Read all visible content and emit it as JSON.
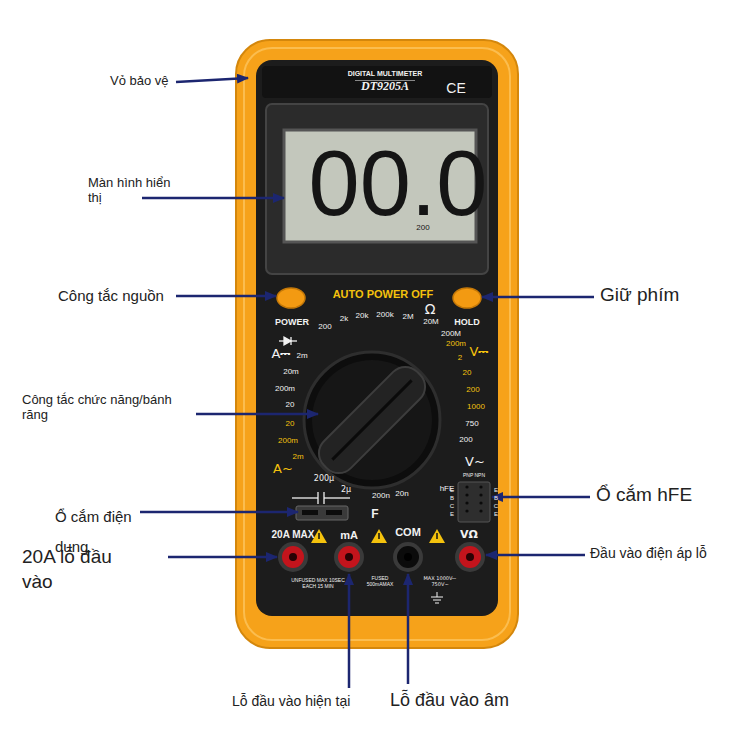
{
  "diagram": {
    "labels": [
      "Vỏ bảo vệ",
      "Màn hình hiển thị",
      "Công tắc nguồn",
      "Giữ phím",
      "Công tắc chức năng/bánh răng",
      "Ổ cắm điện dung",
      "Ổ cắm hFE",
      "20A lỗ đầu vào",
      "Đầu vào điện áp lỗ",
      "Lỗ đầu vào hiện tại",
      "Lỗ đầu vào âm",
      "DIGITAL MULTIMETER",
      "DT9205A",
      "CE",
      "00.0",
      "200",
      "AUTO POWER OFF",
      "POWER",
      "HOLD",
      "Ω",
      "200",
      "2k",
      "20k",
      "200k",
      "2M",
      "20M",
      "200M",
      "A⎓",
      "2m",
      "20m",
      "200m",
      "20",
      "20",
      "200m",
      "2m",
      "A~",
      "200μ",
      "2μ",
      "200n",
      "20n",
      "hFE",
      "F",
      "200m",
      "V⎓",
      "2",
      "20",
      "200",
      "1000",
      "750",
      "200",
      "V~",
      "PNP NPN",
      "E B C E",
      "E B C E",
      "20A MAX",
      "mA",
      "COM",
      "VΩ",
      "UNFUSED MAX 10SEC EACH 15 MIN",
      "FUSED 500mAMAX",
      "MAX 1000V⎓ 750V~"
    ]
  }
}
